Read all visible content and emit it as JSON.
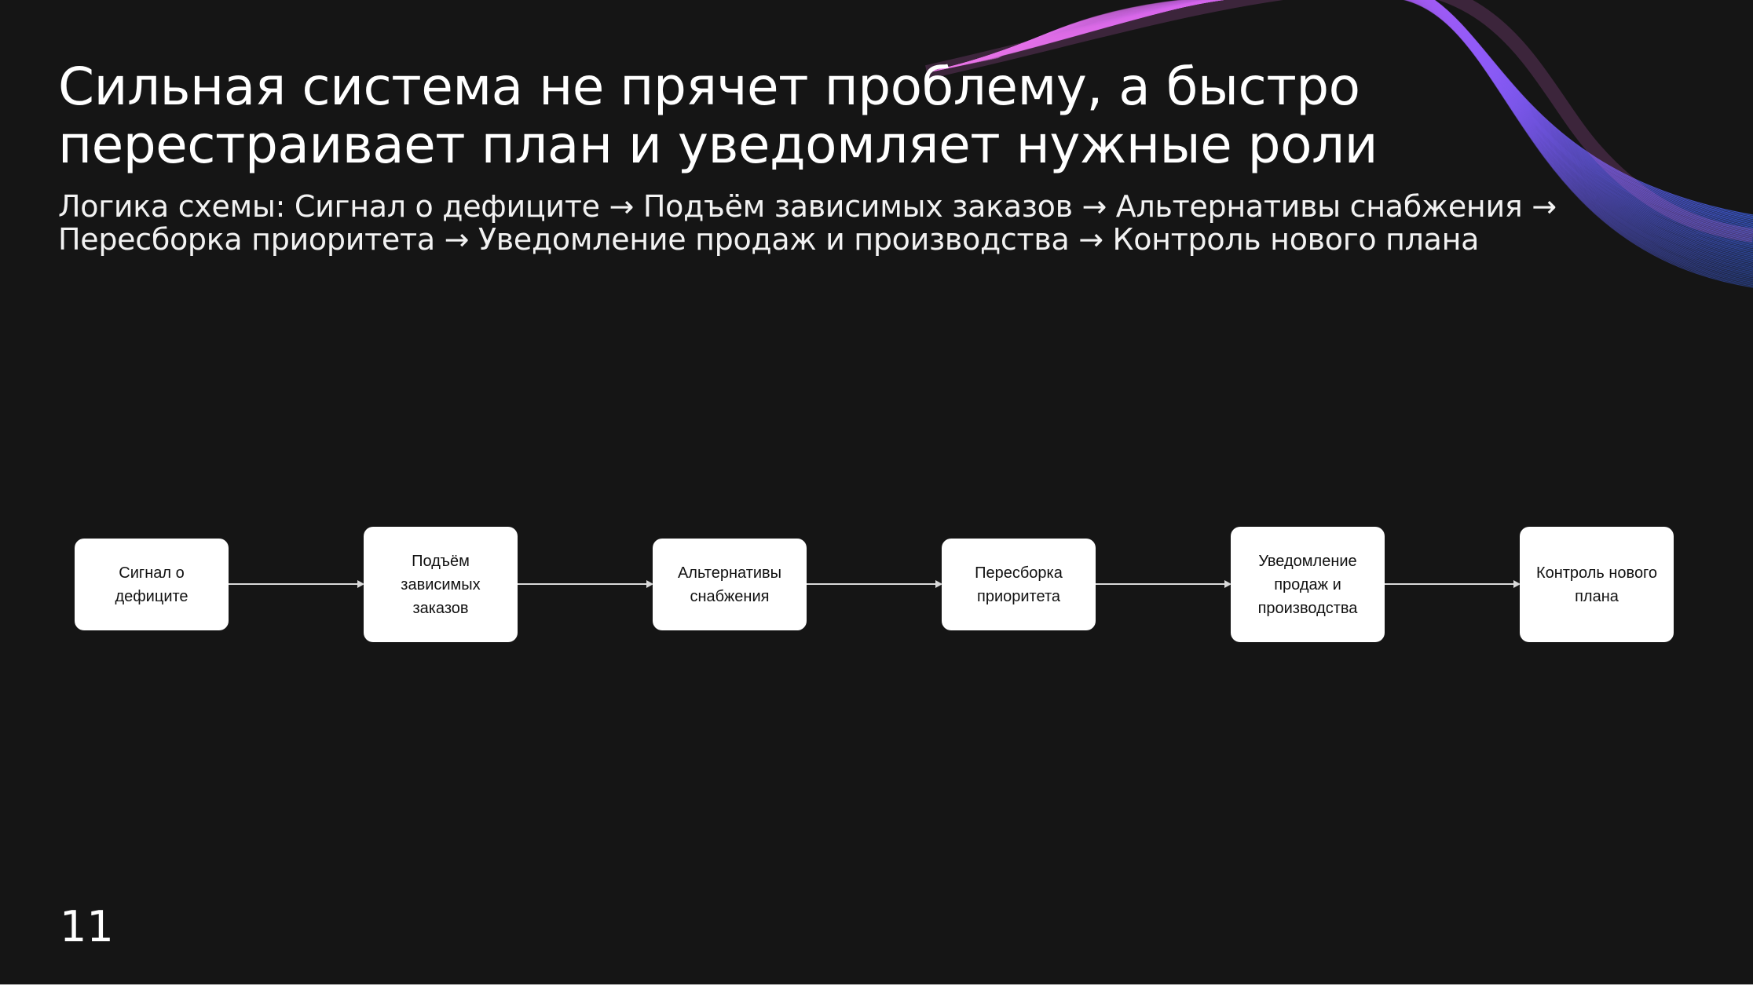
{
  "slide": {
    "title": "Сильная система не прячет проблему, а быстро перестраивает план и уведомляет нужные роли",
    "subtitle": "Логика схемы: Сигнал о дефиците → Подъём зависимых заказов → Альтернативы снабжения → Пересборка приоритета → Уведомление продаж и производства → Контроль нового плана",
    "page_number": "11"
  },
  "flow": {
    "nodes": [
      {
        "label": "Сигнал о дефиците"
      },
      {
        "label": "Подъём зависимых заказов"
      },
      {
        "label": "Альтернативы снабжения"
      },
      {
        "label": "Пересборка приоритета"
      },
      {
        "label": "Уведомление продаж и производства"
      },
      {
        "label": "Контроль нового плана"
      }
    ],
    "connector_color": "#d9d9d9",
    "node_color": "#ffffff"
  },
  "colors": {
    "background": "#151515",
    "text": "#ffffff",
    "wave_pink": "#e868e0",
    "wave_violet": "#8e56ff",
    "wave_blue": "#3f68ff"
  }
}
